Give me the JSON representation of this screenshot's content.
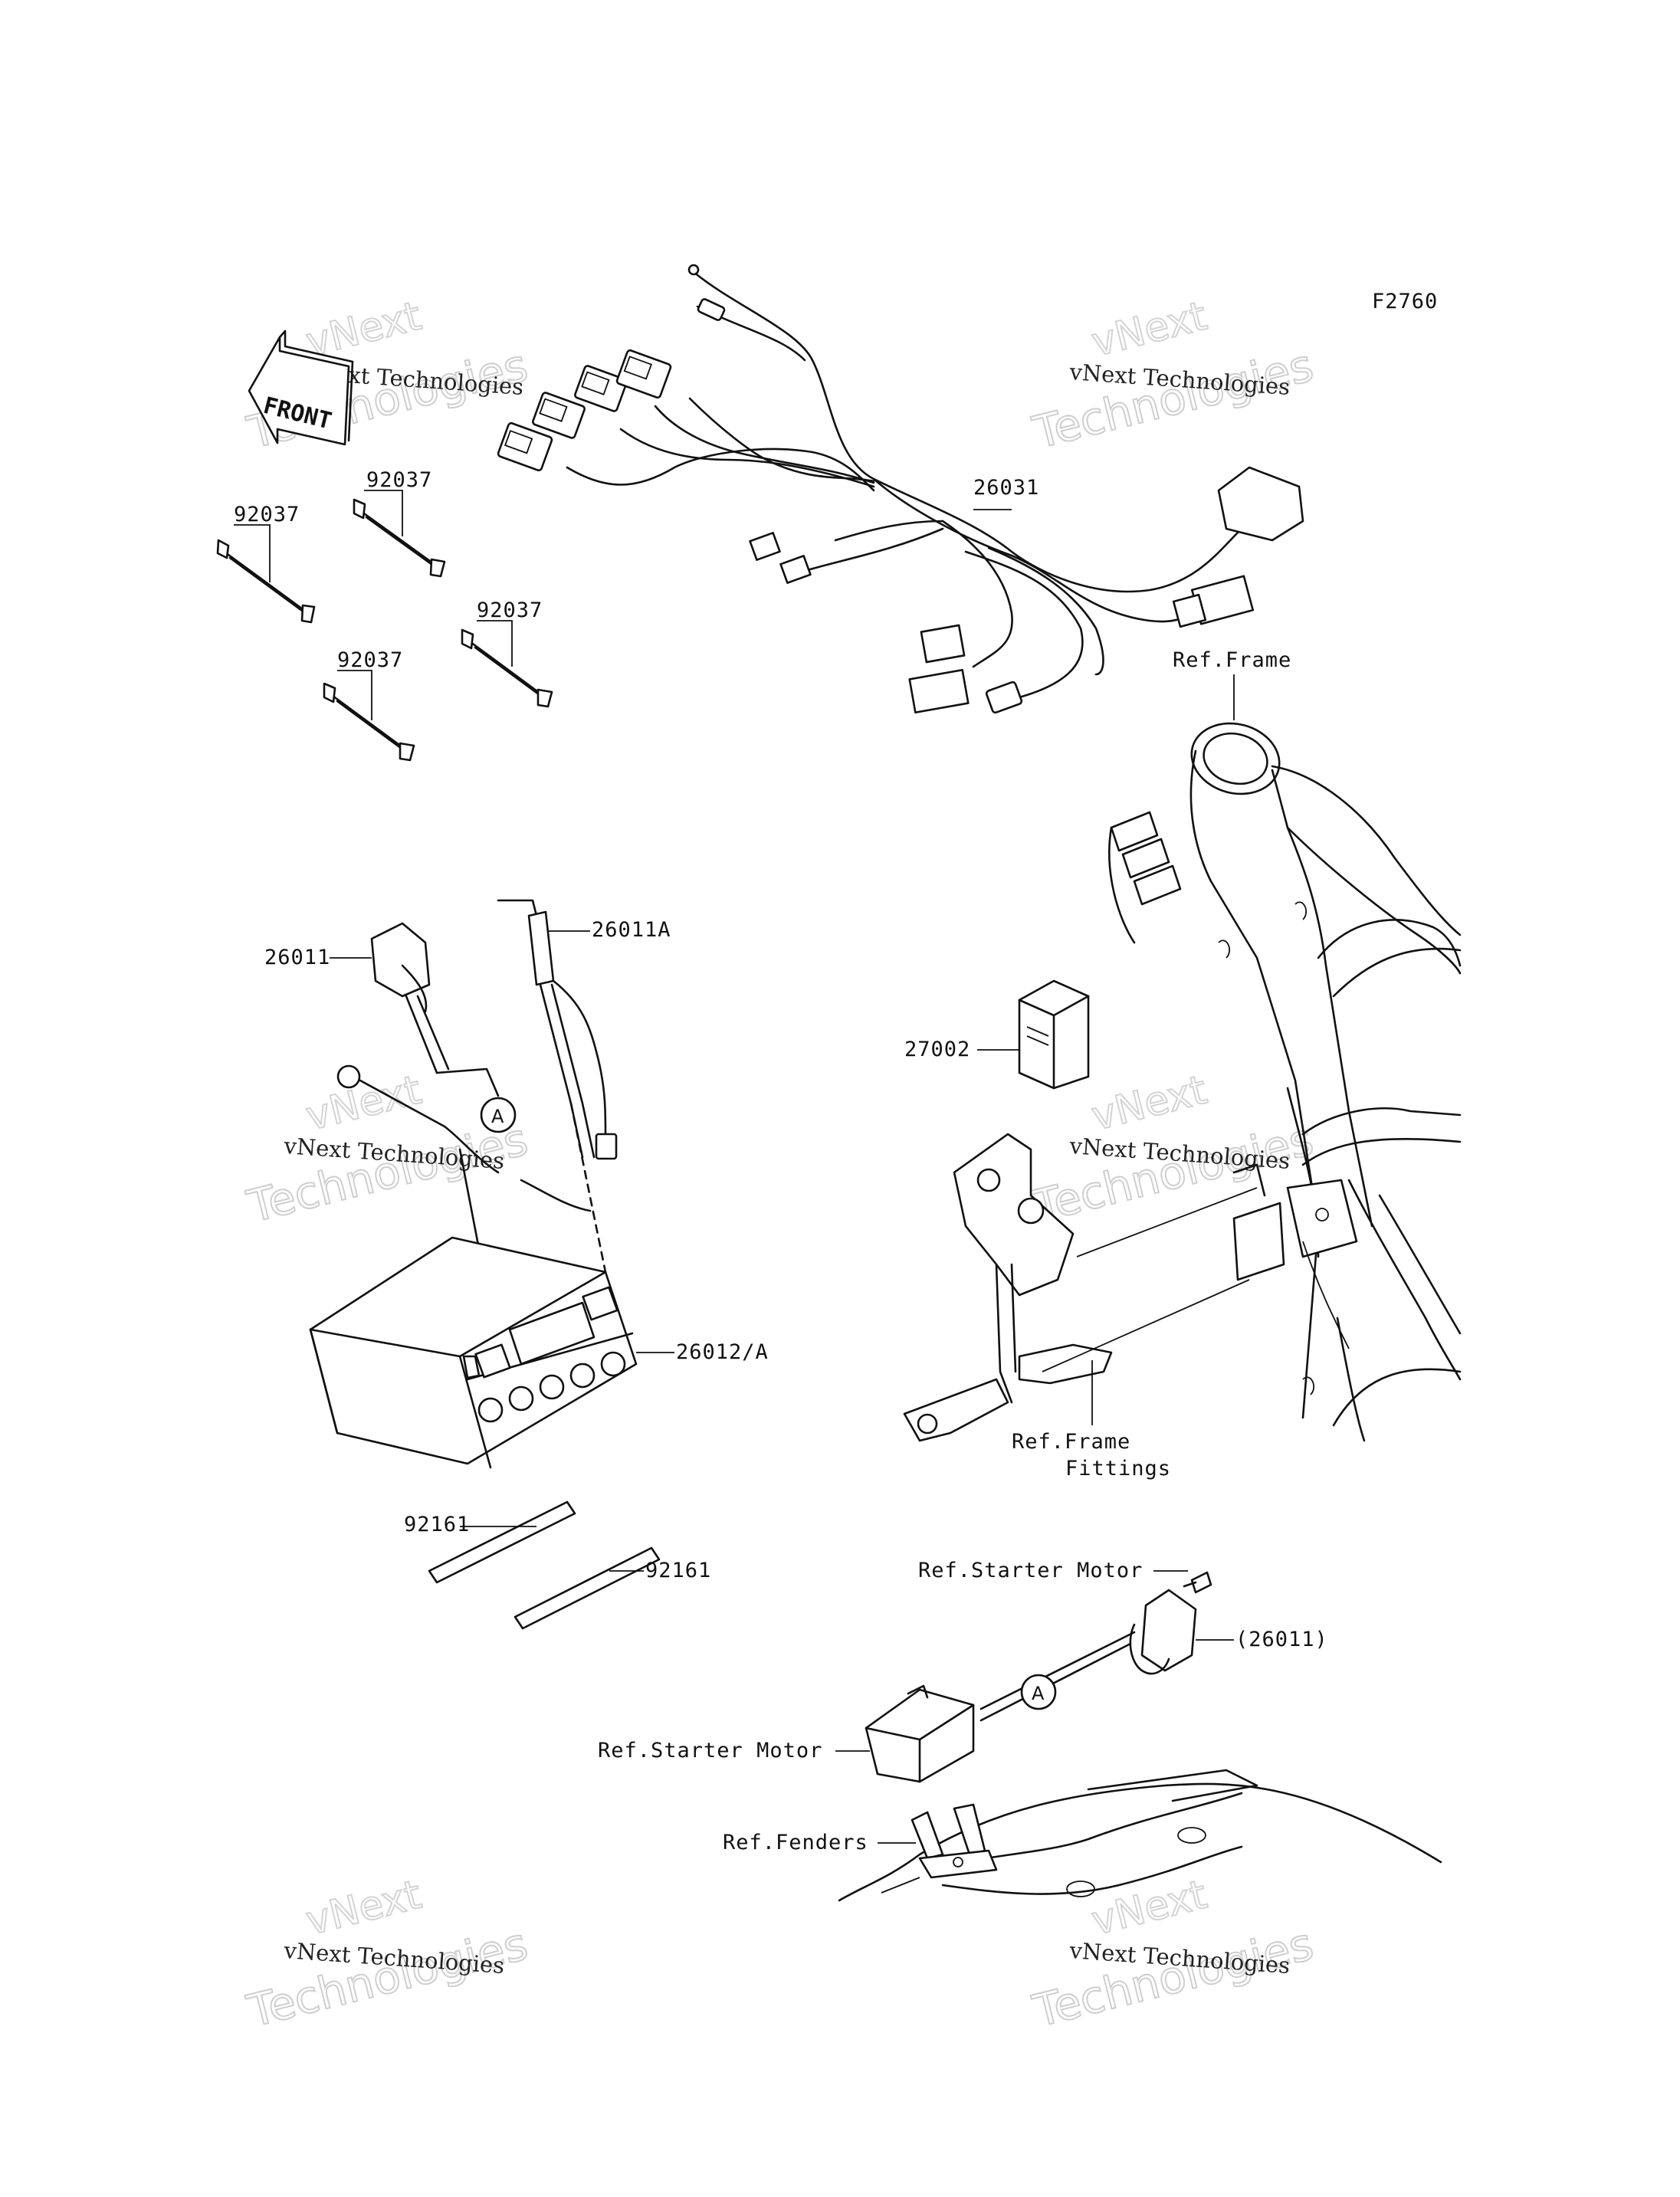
{
  "diagram_code": "F2760",
  "front_arrow_text": "FRONT",
  "watermark": {
    "line1": "vNext Technologies",
    "line2": "Technologies",
    "line3": "vNext"
  },
  "callouts": {
    "harness": "26031",
    "clamp_a": "92037",
    "clamp_b": "92037",
    "clamp_c": "92037",
    "clamp_d": "92037",
    "ref_frame": "Ref.Frame",
    "cable_26011": "26011",
    "cable_26011a": "26011A",
    "relay_27002": "27002",
    "battery": "26012/A",
    "ref_frame_fittings_1": "Ref.Frame",
    "ref_frame_fittings_2": "Fittings",
    "strap_a": "92161",
    "strap_b": "92161",
    "ref_starter_motor_top": "Ref.Starter Motor",
    "cable_26011_paren": "(26011)",
    "ref_starter_motor_left": "Ref.Starter Motor",
    "ref_fenders": "Ref.Fenders",
    "circle_a_1": "A",
    "circle_a_2": "A"
  }
}
